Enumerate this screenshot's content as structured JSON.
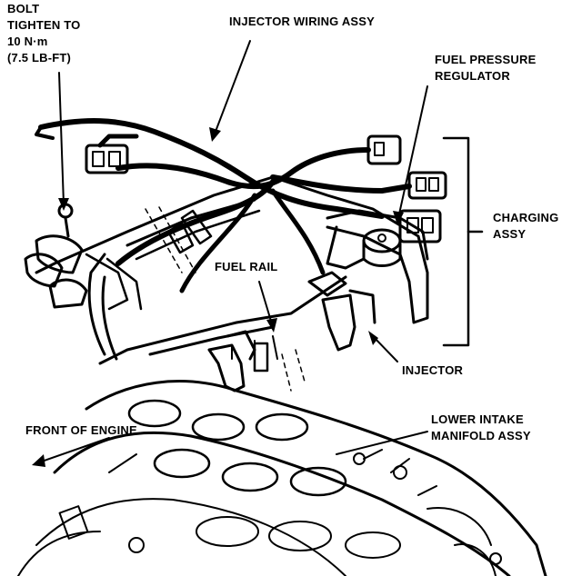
{
  "labels": {
    "bolt_line1": "BOLT",
    "bolt_line2": "TIGHTEN TO",
    "bolt_line3": "10 N·m",
    "bolt_line4": "(7.5 LB-FT)",
    "injector_wiring": "INJECTOR WIRING ASSY",
    "fuel_pressure_line1": "FUEL PRESSURE",
    "fuel_pressure_line2": "REGULATOR",
    "charging_line1": "CHARGING",
    "charging_line2": "ASSY",
    "fuel_rail": "FUEL RAIL",
    "injector": "INJECTOR",
    "front_of_engine": "FRONT OF ENGINE",
    "lower_intake_line1": "LOWER INTAKE",
    "lower_intake_line2": "MANIFOLD ASSY"
  }
}
